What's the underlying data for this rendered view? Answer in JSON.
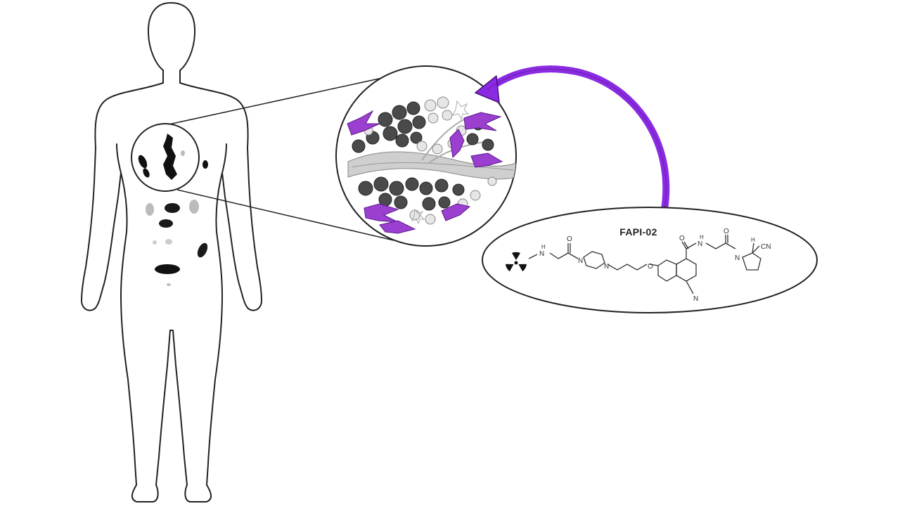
{
  "tracer": {
    "name": "FAPI-02",
    "atoms": {
      "nh_left": "H",
      "n_left": "N",
      "o1": "O",
      "pip_n1": "N",
      "pip_n2": "N",
      "ether_o": "O",
      "amide_o": "O",
      "amide_nh": "N",
      "amide_h": "H",
      "o2": "O",
      "pyr_n": "N",
      "stereo_h": "H",
      "cn": "CN",
      "quin_n": "N"
    }
  },
  "colors": {
    "arrow": "#8a2be2",
    "caf_cells": "#9b3fd0",
    "tumor_cells": "#4a4a4a",
    "uptake": "#111111",
    "outline": "#222222"
  },
  "icons": {
    "radiation": "radiation-trefoil-icon"
  }
}
